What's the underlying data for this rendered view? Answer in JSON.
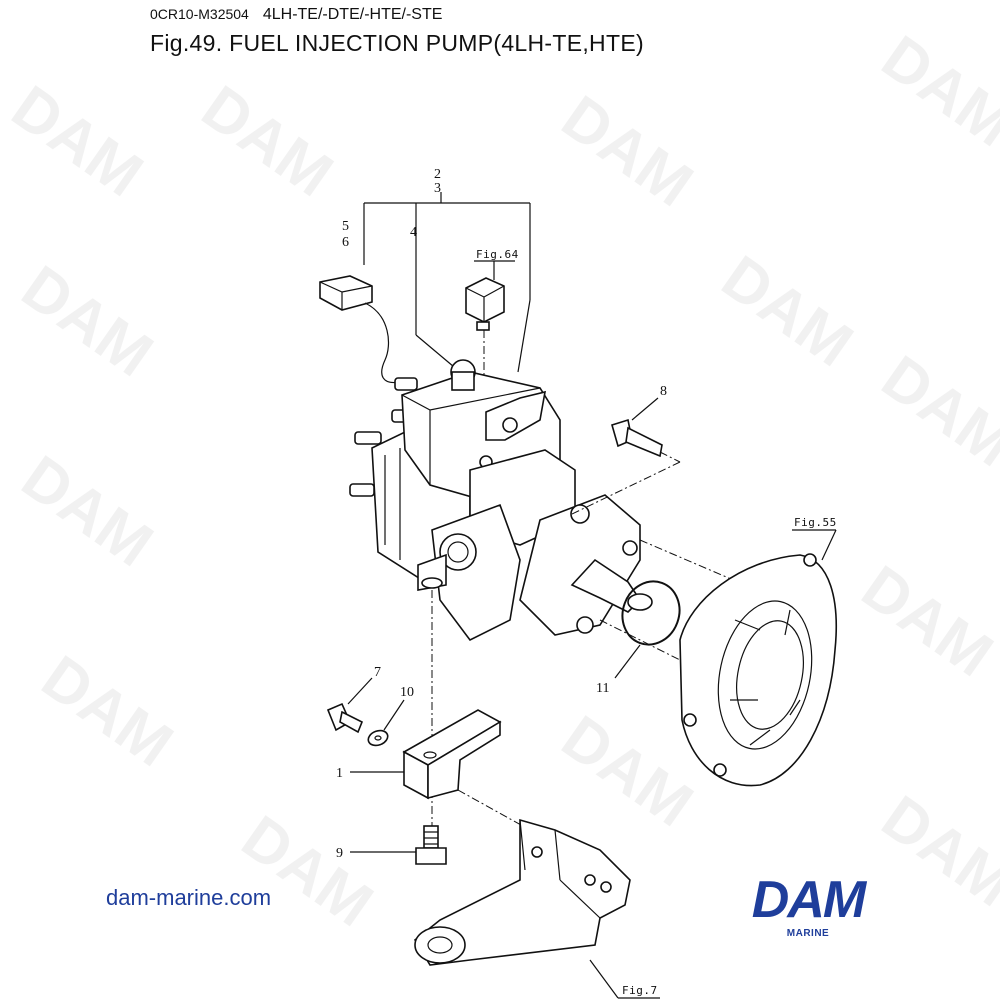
{
  "header": {
    "code": "0CR10-M32504",
    "models": "4LH-TE/-DTE/-HTE/-STE",
    "title": "Fig.49.  FUEL INJECTION PUMP(4LH-TE,HTE)"
  },
  "callouts": {
    "c1": "1",
    "c2": "2",
    "c3": "3",
    "c4": "4",
    "c5": "5",
    "c6": "6",
    "c7": "7",
    "c8": "8",
    "c9": "9",
    "c10": "10",
    "c11": "11"
  },
  "refs": {
    "fig64": "Fig.64",
    "fig55": "Fig.55",
    "fig7": "Fig.7"
  },
  "watermark": "DAM",
  "footer": {
    "site": "dam-marine.com",
    "logo_brand": "DAM",
    "logo_sub": "MARINE"
  },
  "colors": {
    "brand_blue": "#1f3e9b",
    "line": "#111111"
  }
}
